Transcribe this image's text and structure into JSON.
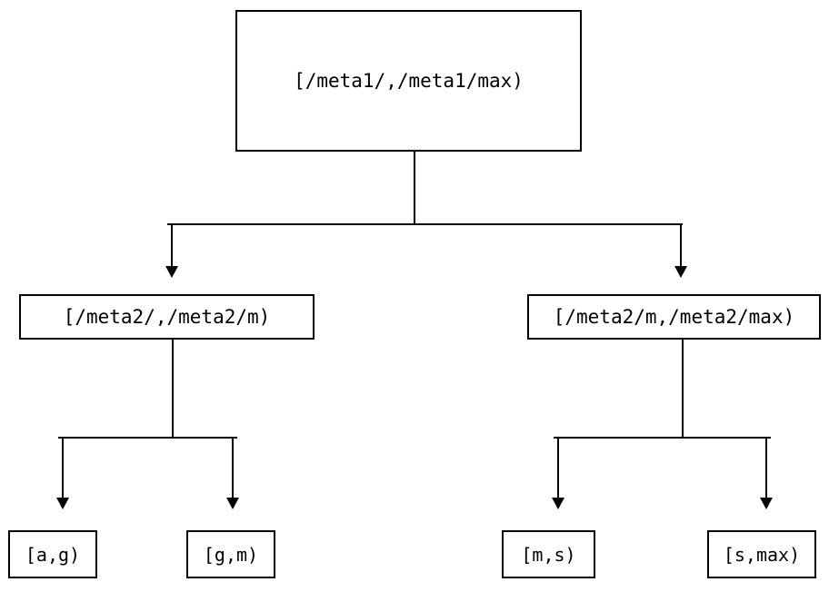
{
  "diagram": {
    "type": "interval-partition-tree",
    "background_color": "#ffffff",
    "line_color": "#000000",
    "text_color": "#000000",
    "nodes": {
      "root": {
        "label": "[/meta1/,/meta1/max)",
        "level": 0
      },
      "level2": [
        {
          "label": "[/meta2/,/meta2/m)",
          "level": 1
        },
        {
          "label": "[/meta2/m,/meta2/max)",
          "level": 1
        }
      ],
      "leaves": [
        {
          "label": "[a,g)",
          "level": 2
        },
        {
          "label": "[g,m)",
          "level": 2
        },
        {
          "label": "[m,s)",
          "level": 2
        },
        {
          "label": "[s,max)",
          "level": 2
        }
      ]
    },
    "edges": [
      {
        "from": "[/meta1/,/meta1/max)",
        "to": "[/meta2/,/meta2/m)",
        "arrow": "down"
      },
      {
        "from": "[/meta1/,/meta1/max)",
        "to": "[/meta2/m,/meta2/max)",
        "arrow": "down"
      },
      {
        "from": "[/meta2/,/meta2/m)",
        "to": "[a,g)",
        "arrow": "down"
      },
      {
        "from": "[/meta2/,/meta2/m)",
        "to": "[g,m)",
        "arrow": "down"
      },
      {
        "from": "[/meta2/m,/meta2/max)",
        "to": "[m,s)",
        "arrow": "down"
      },
      {
        "from": "[/meta2/m,/meta2/max)",
        "to": "[s,max)",
        "arrow": "down"
      }
    ]
  }
}
